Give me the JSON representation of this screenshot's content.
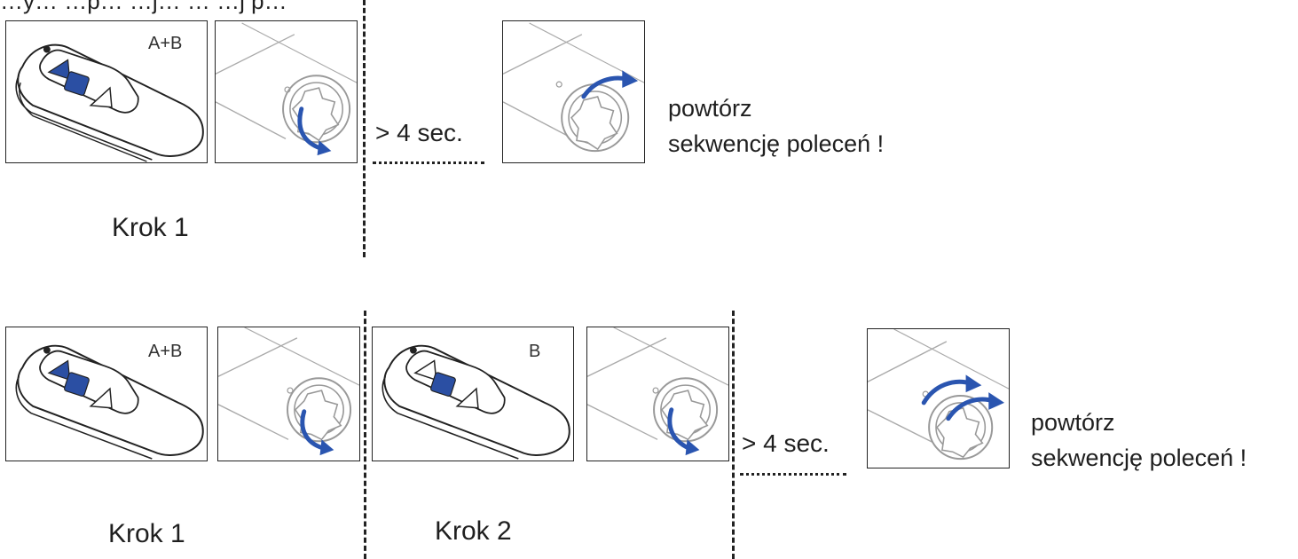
{
  "top_clipped_text": "…y… …p… …j… … …j p…",
  "row1": {
    "remote_label": "A+B",
    "duration": "> 4 sec.",
    "step_label": "Krok  1",
    "note_line1": "powtórz",
    "note_line2": "sekwencję poleceń !"
  },
  "row2": {
    "remote1_label": "A+B",
    "remote2_label": "B",
    "duration": "> 4 sec.",
    "step1_label": "Krok  1",
    "step2_label": "Krok  2",
    "note_line1": "powtórz",
    "note_line2": "sekwencję poleceń !"
  },
  "colors": {
    "button_blue": "#2b4fa3",
    "arrow_blue": "#2a55b0",
    "outline": "#222222",
    "drawing_gray": "#9a9a9a"
  },
  "icons": [
    "remote-control-icon",
    "motor-shaft-icon",
    "rotation-arrow-icon"
  ]
}
